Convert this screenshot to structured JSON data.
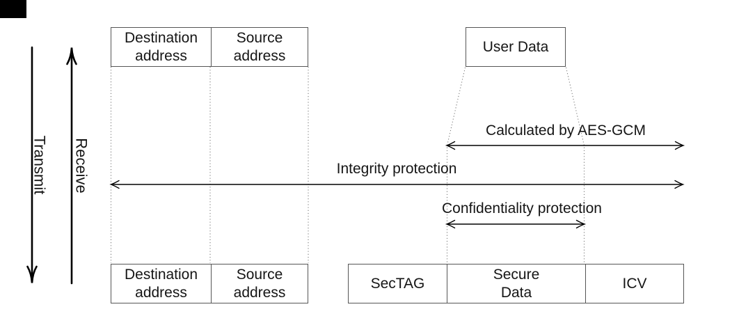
{
  "direction_arrows": {
    "transmit": "Transmit",
    "receive": "Receive"
  },
  "top_row": {
    "address_frame": {
      "cells": [
        {
          "lines": [
            "Destination",
            "address"
          ]
        },
        {
          "lines": [
            "Source",
            "address"
          ]
        }
      ]
    },
    "user_data_box": {
      "label": "User Data"
    }
  },
  "annotations": {
    "aes_gcm": "Calculated by AES-GCM",
    "integrity": "Integrity protection",
    "confidentiality": "Confidentiality protection"
  },
  "bottom_row": {
    "address_frame": {
      "cells": [
        {
          "lines": [
            "Destination",
            "address"
          ]
        },
        {
          "lines": [
            "Source",
            "address"
          ]
        }
      ]
    },
    "secure_frame": {
      "cells": [
        {
          "lines": [
            "SecTAG"
          ]
        },
        {
          "lines": [
            "Secure",
            "Data"
          ]
        },
        {
          "lines": [
            "ICV"
          ]
        }
      ]
    }
  },
  "colors": {
    "line": "#000000",
    "box_border": "#555555",
    "dotted_line": "#7a7a7a",
    "text": "#151515"
  }
}
